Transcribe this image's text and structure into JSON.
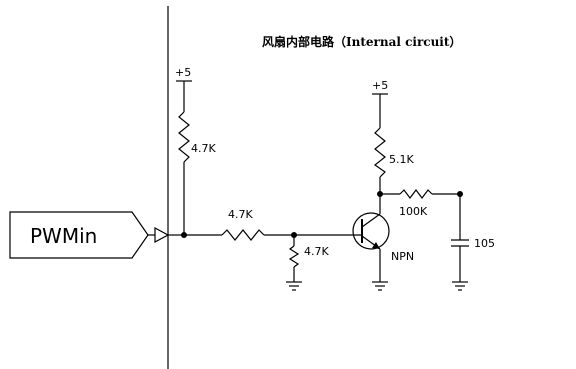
{
  "title": "风扇内部电路（Internal circuit）",
  "input_label": "PWMin",
  "labels": {
    "vcc_left": "+5",
    "vcc_right": "+5",
    "r_pullup": "4.7K",
    "r_series": "4.7K",
    "r_base_gnd": "4.7K",
    "r_collector": "5.1K",
    "r_output": "100K",
    "capacitor": "105",
    "transistor": "NPN"
  }
}
